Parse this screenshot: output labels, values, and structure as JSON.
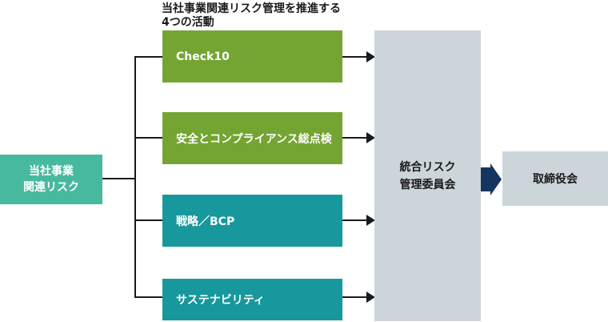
{
  "diagram": {
    "title": {
      "line1": "当社事業関連リスク管理を推進する",
      "line2": "4つの活動"
    },
    "source": {
      "line1": "当社事業",
      "line2": "関連リスク",
      "color": "#47b99f"
    },
    "activities": [
      {
        "label": "Check10",
        "color": "#74a532"
      },
      {
        "label": "安全とコンプライアンス総点検",
        "color": "#74a532"
      },
      {
        "label": "戦略／BCP",
        "color": "#17989c"
      },
      {
        "label": "サステナビリティ",
        "color": "#17989c"
      }
    ],
    "committee": {
      "line1": "統合リスク",
      "line2": "管理委員会",
      "color": "#ccd5da"
    },
    "board": {
      "label": "取締役会",
      "color": "#ccd5da"
    },
    "colors": {
      "connector_line": "#1a1a1a",
      "big_arrow_navy": "#16355e",
      "text_on_color": "#ffffff",
      "text_dark": "#1a1a1a"
    }
  }
}
